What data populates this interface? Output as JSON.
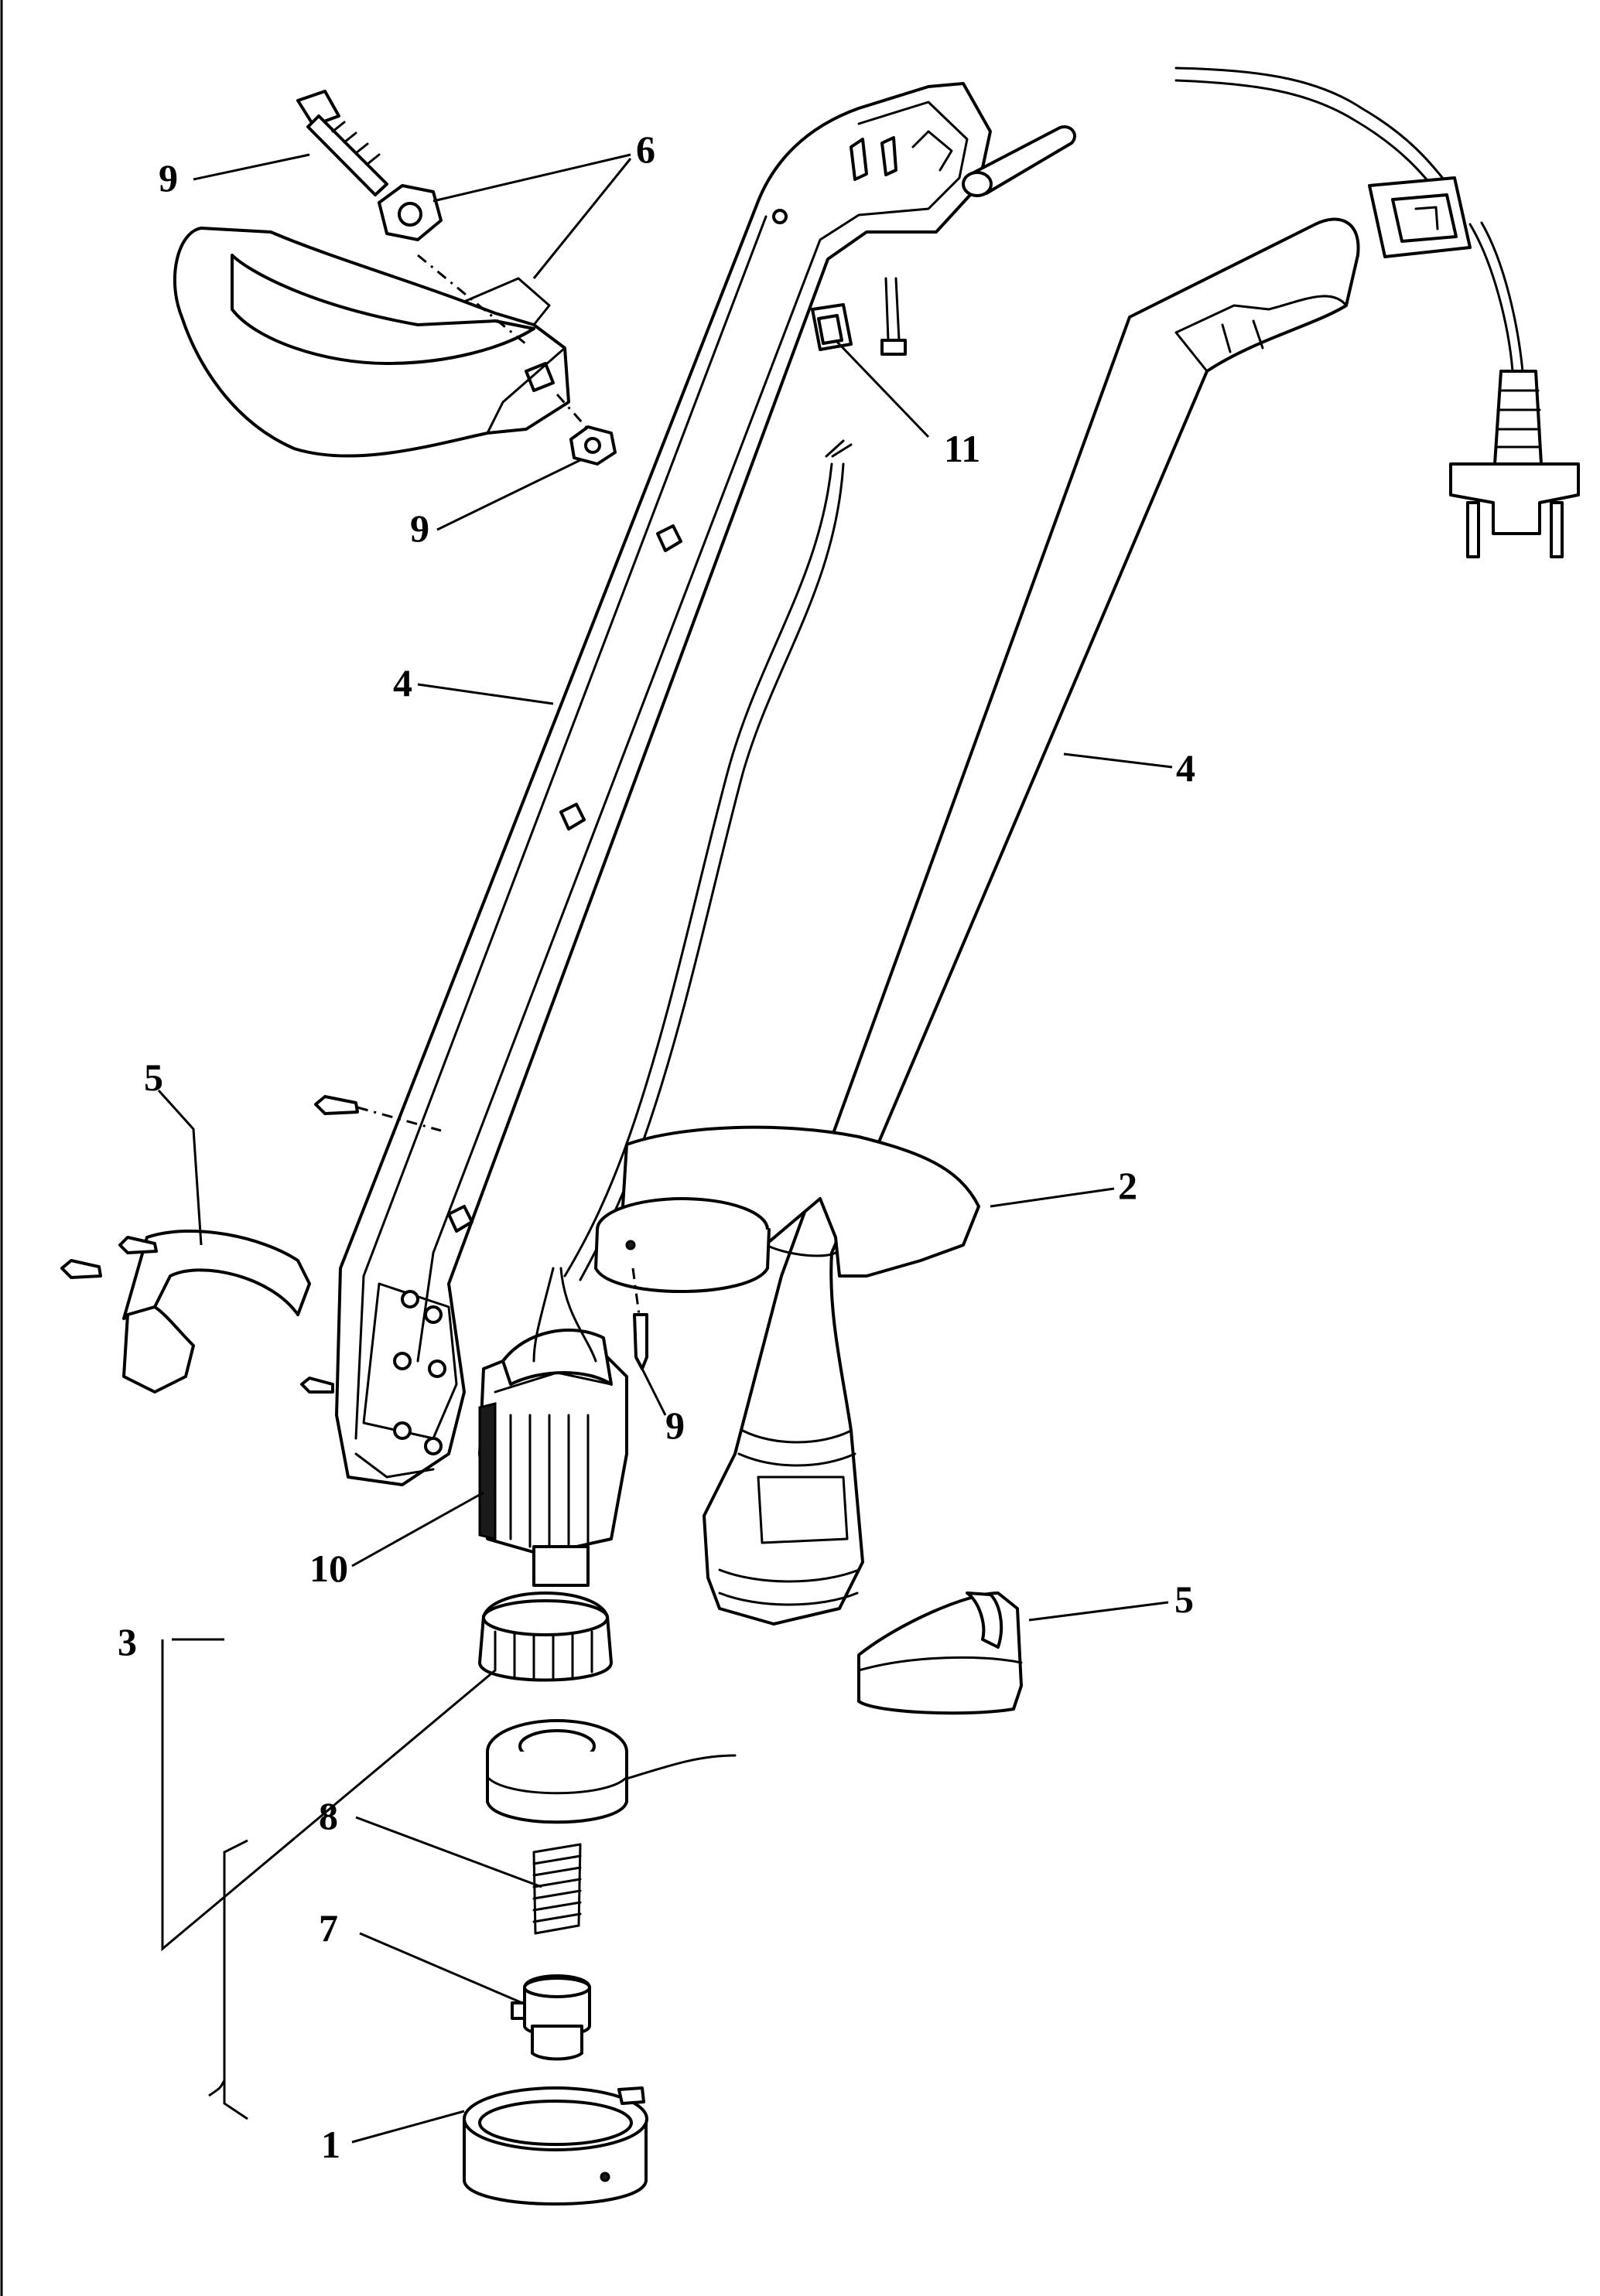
{
  "callouts": {
    "c1": "1",
    "c2": "2",
    "c3": "3",
    "c4_left": "4",
    "c4_right": "4",
    "c5_left": "5",
    "c5_right": "5",
    "c6": "6",
    "c7": "7",
    "c8": "8",
    "c9_top": "9",
    "c9_nut": "9",
    "c9_screw": "9",
    "c10": "10",
    "c11": "11"
  },
  "colors": {
    "line": "#000000",
    "background": "#ffffff"
  }
}
